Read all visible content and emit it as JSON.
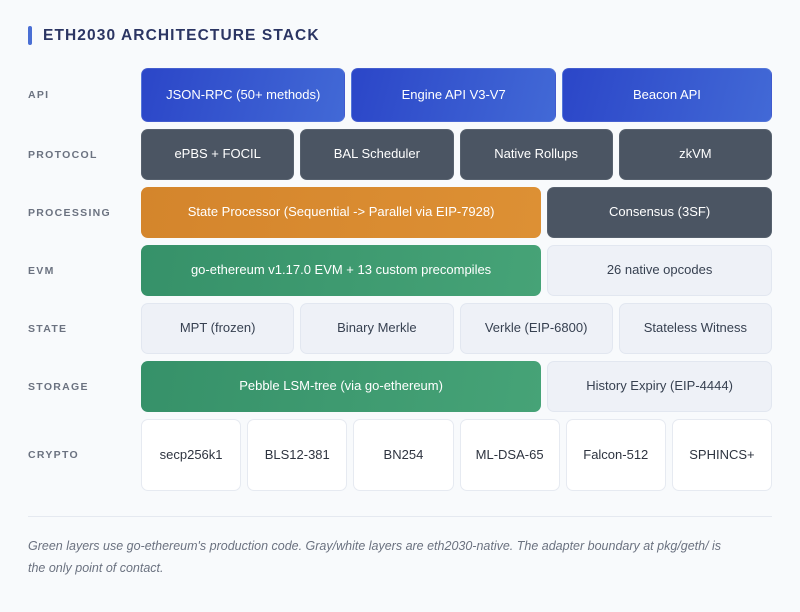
{
  "header": {
    "title": "ETH2030 ARCHITECTURE STACK",
    "accent_color": "#4a6fd4",
    "title_color": "#2b3563"
  },
  "palette": {
    "background": "#f7f9fc",
    "blue_from": "#2b46c8",
    "blue_to": "#4269d6",
    "slate": "#4b5563",
    "orange": "#d4852c",
    "green": "#369169",
    "light": "#eef1f7",
    "white": "#ffffff",
    "label_gray": "#6b7280"
  },
  "rows": [
    {
      "label": "API",
      "height_class": "h-api",
      "cells": [
        {
          "text": "JSON-RPC (50+ methods)",
          "style": "blue",
          "flex": 33
        },
        {
          "text": "Engine API V3-V7",
          "style": "blue",
          "flex": 33
        },
        {
          "text": "Beacon API",
          "style": "blue",
          "flex": 34
        }
      ]
    },
    {
      "label": "PROTOCOL",
      "height_class": "h-std",
      "cells": [
        {
          "text": "ePBS + FOCIL",
          "style": "slate",
          "flex": 25
        },
        {
          "text": "BAL Scheduler",
          "style": "slate",
          "flex": 25
        },
        {
          "text": "Native Rollups",
          "style": "slate",
          "flex": 25
        },
        {
          "text": "zkVM",
          "style": "slate",
          "flex": 25
        }
      ]
    },
    {
      "label": "PROCESSING",
      "height_class": "h-std",
      "cells": [
        {
          "text": "State Processor (Sequential -> Parallel via EIP-7928)",
          "style": "orange",
          "flex": 65
        },
        {
          "text": "Consensus (3SF)",
          "style": "slate",
          "flex": 35
        }
      ]
    },
    {
      "label": "EVM",
      "height_class": "h-std",
      "cells": [
        {
          "text": "go-ethereum v1.17.0 EVM + 13 custom precompiles",
          "style": "green",
          "flex": 65
        },
        {
          "text": "26 native opcodes",
          "style": "light",
          "flex": 35
        }
      ]
    },
    {
      "label": "STATE",
      "height_class": "h-std",
      "cells": [
        {
          "text": "MPT (frozen)",
          "style": "light",
          "flex": 25
        },
        {
          "text": "Binary Merkle",
          "style": "light",
          "flex": 25
        },
        {
          "text": "Verkle (EIP-6800)",
          "style": "light",
          "flex": 25
        },
        {
          "text": "Stateless Witness",
          "style": "light",
          "flex": 25
        }
      ]
    },
    {
      "label": "STORAGE",
      "height_class": "h-std",
      "cells": [
        {
          "text": "Pebble LSM-tree (via go-ethereum)",
          "style": "green",
          "flex": 65
        },
        {
          "text": "History Expiry (EIP-4444)",
          "style": "light",
          "flex": 35
        }
      ]
    },
    {
      "label": "CRYPTO",
      "height_class": "h-crypto",
      "cells": [
        {
          "text": "secp256k1",
          "style": "white",
          "flex": 16.6
        },
        {
          "text": "BLS12-381",
          "style": "white",
          "flex": 16.6
        },
        {
          "text": "BN254",
          "style": "white",
          "flex": 16.6
        },
        {
          "text": "ML-DSA-65",
          "style": "white",
          "flex": 16.6
        },
        {
          "text": "Falcon-512",
          "style": "white",
          "flex": 16.6
        },
        {
          "text": "SPHINCS+",
          "style": "white",
          "flex": 16.6
        }
      ]
    }
  ],
  "footer": {
    "note": "Green layers use go-ethereum's production code. Gray/white layers are eth2030-native. The adapter boundary at pkg/geth/ is the only point of contact."
  }
}
